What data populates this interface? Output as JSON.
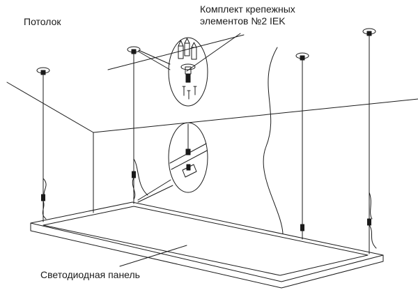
{
  "labels": {
    "ceiling": "Потолок",
    "kit_line1": "Комплект крепежных",
    "kit_line2": "элементов №2 IEK",
    "panel": "Светодиодная панель"
  },
  "colors": {
    "stroke": "#1a1a1a",
    "background": "#ffffff"
  },
  "icons": [
    "ceiling-mount-icon",
    "anchor-bolt-icon",
    "screw-icon",
    "wire-clamp-icon"
  ]
}
